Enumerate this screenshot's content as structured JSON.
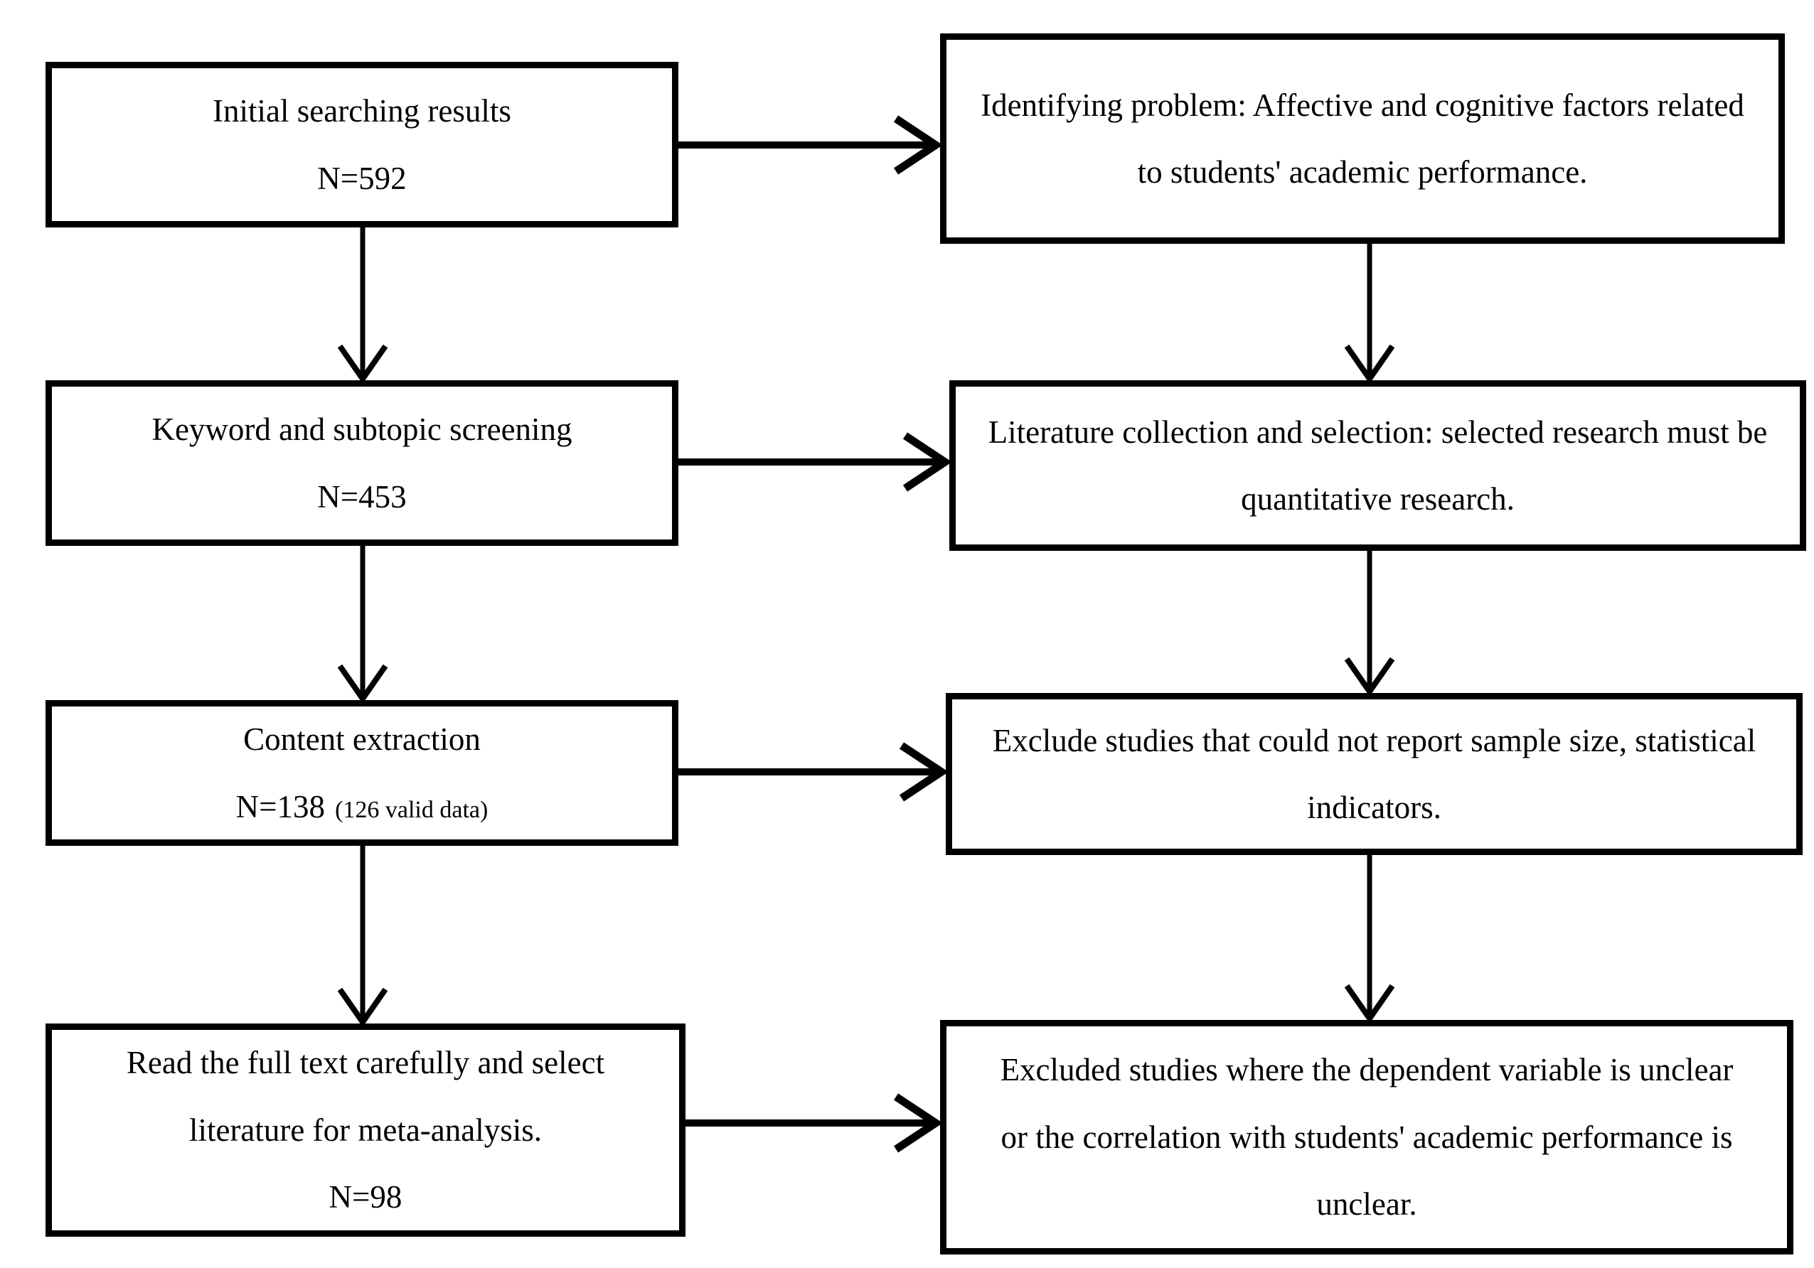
{
  "flowchart": {
    "colors": {
      "line": "#000000",
      "box_background": "#ffffff",
      "text": "#000000"
    },
    "left_column": [
      {
        "id": "initial-search",
        "title": "Initial searching results",
        "count": "N=592"
      },
      {
        "id": "keyword-screening",
        "title": "Keyword and subtopic screening",
        "count": "N=453"
      },
      {
        "id": "content-extraction",
        "title": "Content extraction",
        "count": "N=138",
        "count_note": "(126 valid data)"
      },
      {
        "id": "full-text-reading",
        "title": "Read the full text carefully and select literature for meta-analysis.",
        "count": "N=98"
      }
    ],
    "right_column": [
      {
        "id": "identify-problem",
        "text": "Identifying problem: Affective and cognitive factors related to students' academic performance."
      },
      {
        "id": "literature-collection",
        "text": "Literature collection and selection: selected research must be quantitative research."
      },
      {
        "id": "exclude-no-stats",
        "text": "Exclude studies that could not report sample size, statistical indicators."
      },
      {
        "id": "exclude-unclear",
        "text": "Excluded studies where the dependent variable is unclear or the correlation with students' academic performance is unclear."
      }
    ],
    "edges": [
      {
        "from": "initial-search",
        "to": "identify-problem",
        "direction": "right"
      },
      {
        "from": "initial-search",
        "to": "keyword-screening",
        "direction": "down"
      },
      {
        "from": "identify-problem",
        "to": "literature-collection",
        "direction": "down"
      },
      {
        "from": "keyword-screening",
        "to": "literature-collection",
        "direction": "right"
      },
      {
        "from": "keyword-screening",
        "to": "content-extraction",
        "direction": "down"
      },
      {
        "from": "literature-collection",
        "to": "exclude-no-stats",
        "direction": "down"
      },
      {
        "from": "content-extraction",
        "to": "exclude-no-stats",
        "direction": "right"
      },
      {
        "from": "content-extraction",
        "to": "full-text-reading",
        "direction": "down"
      },
      {
        "from": "exclude-no-stats",
        "to": "exclude-unclear",
        "direction": "down"
      },
      {
        "from": "full-text-reading",
        "to": "exclude-unclear",
        "direction": "right"
      }
    ]
  }
}
